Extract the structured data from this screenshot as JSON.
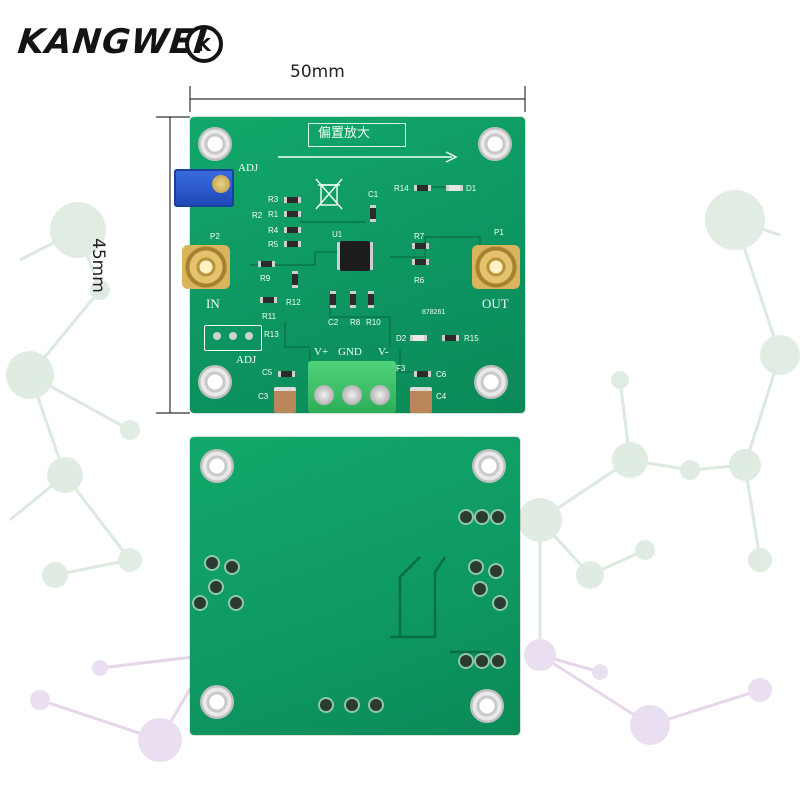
{
  "brand": {
    "name": "KANGWEI",
    "badge": "K"
  },
  "dimensions": {
    "width": "50mm",
    "height": "45mm"
  },
  "board_front": {
    "title": "偏置放大",
    "labels": {
      "adj_top": "ADJ",
      "adj_bottom": "ADJ",
      "input": "IN",
      "output": "OUT",
      "v_plus": "V+",
      "gnd": "GND",
      "v_minus": "V-",
      "p2": "P2",
      "p1": "P1",
      "u1": "U1",
      "r1": "R1",
      "r2": "R2",
      "r3": "R3",
      "r4": "R4",
      "r5": "R5",
      "r6": "R6",
      "r7": "R7",
      "r8": "R8",
      "r9": "R9",
      "r10": "R10",
      "r11": "R11",
      "r12": "R12",
      "r13": "R13",
      "r14": "R14",
      "r15": "R15",
      "c1": "C1",
      "c2": "C2",
      "c3": "C3",
      "c4": "C4",
      "c5": "C5",
      "c6": "C6",
      "d1": "D1",
      "d2": "D2",
      "f3": "F3",
      "board_id": "878261"
    }
  },
  "colors": {
    "pcb": "#0f9b63",
    "pcb_dark": "#0a7c4e",
    "terminal": "#3cc46a",
    "pot": "#2456c8"
  },
  "icons": [
    "weee-bin-icon",
    "arrow-right-icon"
  ]
}
